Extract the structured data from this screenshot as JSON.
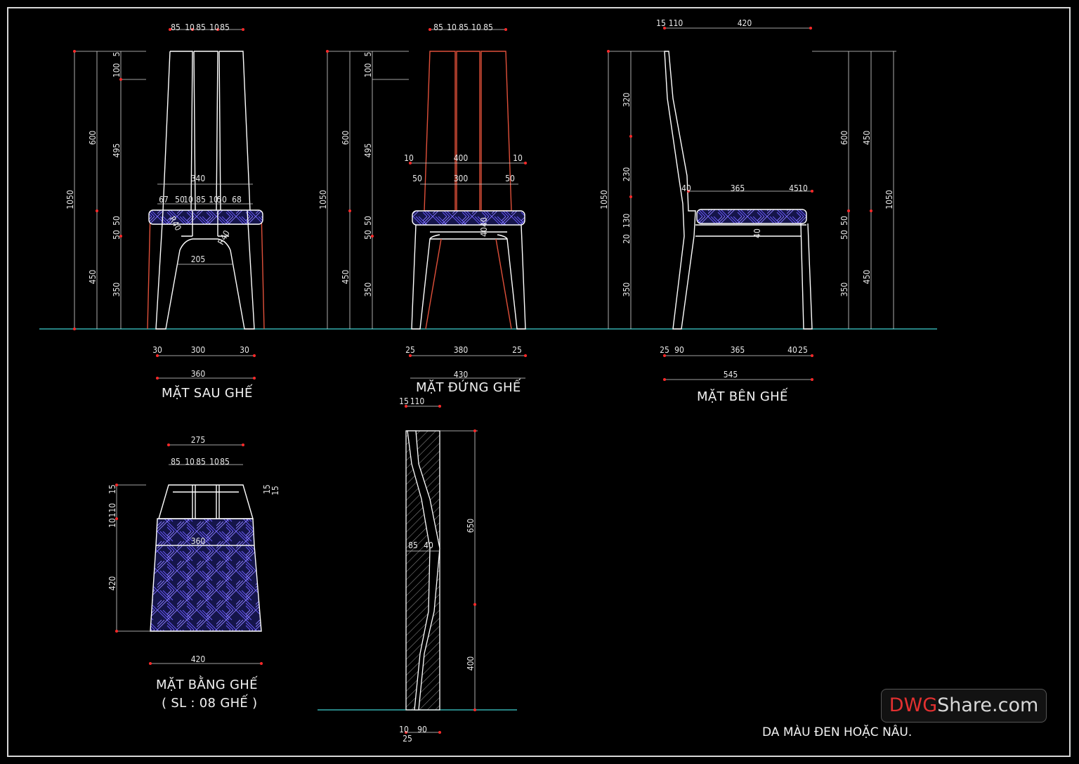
{
  "drawing": {
    "views": {
      "back": {
        "title": "MẶT SAU GHẾ"
      },
      "front": {
        "title": "MẶT ĐỨNG GHẾ"
      },
      "side": {
        "title": "MẶT BÊN GHẾ"
      },
      "plan": {
        "title": "MẶT BẰNG GHẾ",
        "subtitle": "( SL : 08 GHẾ )"
      }
    },
    "note": "DA MÀU ĐEN HOẶC NÂU.",
    "watermark": {
      "brand_a": "DWG",
      "brand_b": "Share.com"
    },
    "colors": {
      "background": "#000000",
      "line": "#ffffff",
      "hidden_line": "#e0503a",
      "ground_line": "#3fd0d0",
      "hatch": "#6b5cff",
      "dim_tick": "#ff2a2a",
      "cushion_fill": "#1a1a5a"
    },
    "dimensions": {
      "back": {
        "top": [
          "85",
          "10",
          "85",
          "10",
          "85"
        ],
        "left_outer": "1050",
        "left_mid": [
          "600",
          "450"
        ],
        "left_inner": [
          "100",
          "5",
          "495",
          "50",
          "50",
          "350"
        ],
        "seat_width": "340",
        "seat_parts": [
          "67",
          "50",
          "10",
          "85",
          "10",
          "50",
          "68"
        ],
        "radius_l": "R40",
        "radius_r": "R40",
        "opening": "205",
        "bottom": [
          "30",
          "300",
          "30"
        ],
        "overall": "360"
      },
      "front": {
        "top": [
          "85",
          "10",
          "85",
          "10",
          "85"
        ],
        "left_outer": "1050",
        "left_mid": [
          "600",
          "450"
        ],
        "left_inner": [
          "100",
          "5",
          "495",
          "50",
          "50",
          "350"
        ],
        "seat_outer": [
          "10",
          "400",
          "10"
        ],
        "seat_inner": [
          "50",
          "300",
          "50"
        ],
        "rail": [
          "40",
          "40"
        ],
        "bottom": [
          "25",
          "380",
          "25"
        ],
        "overall": "430"
      },
      "side": {
        "top": [
          "15",
          "110",
          "420"
        ],
        "left": [
          "1050",
          "320",
          "230",
          "130",
          "20",
          "350"
        ],
        "right": [
          "600",
          "450",
          "50",
          "50",
          "1050"
        ],
        "seat": [
          "40",
          "365",
          "45",
          "10"
        ],
        "rail": "40",
        "bottom": [
          "25",
          "90",
          "365",
          "40",
          "25"
        ],
        "overall": "545"
      },
      "plan": {
        "top": "275",
        "top_parts": [
          "85",
          "10",
          "85",
          "10",
          "85"
        ],
        "left": [
          "15",
          "110",
          "10",
          "420"
        ],
        "right": [
          "15",
          "15"
        ],
        "seat": "360",
        "bottom": "420"
      },
      "section": {
        "top": [
          "15",
          "110"
        ],
        "right": [
          "650",
          "400"
        ],
        "mid": [
          "85",
          "40"
        ],
        "bottom": [
          "10",
          "90",
          "25"
        ]
      }
    }
  }
}
